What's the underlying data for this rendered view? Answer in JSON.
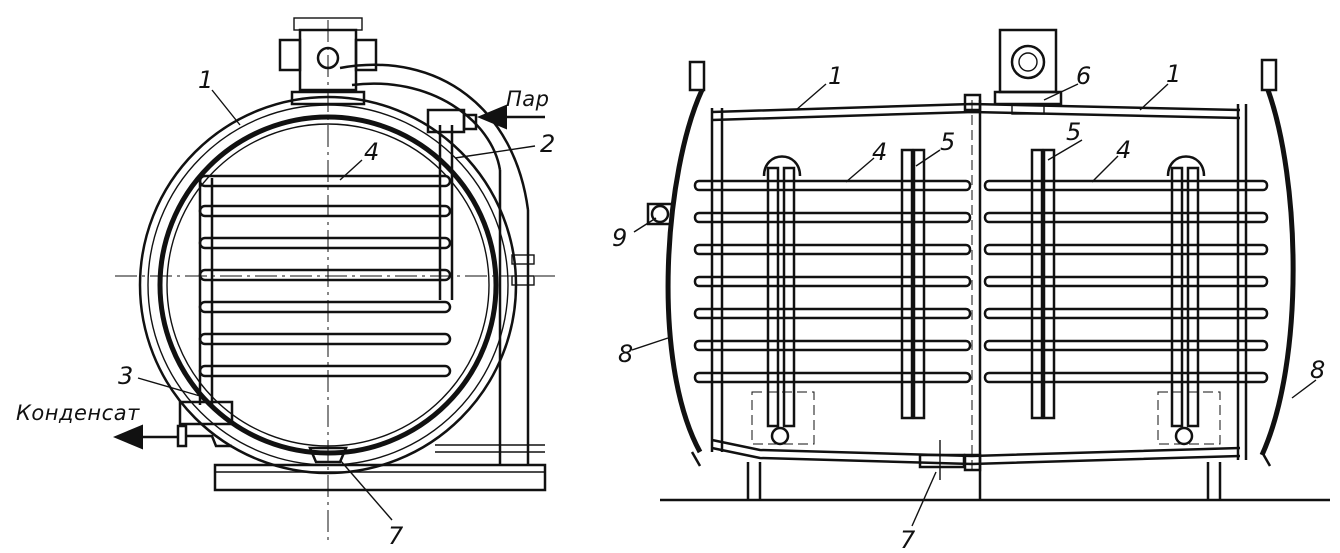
{
  "left_view": {
    "steam_label": "Пар",
    "condensate_label": "Конденсат",
    "callouts": [
      "1",
      "4",
      "2",
      "3",
      "7"
    ]
  },
  "right_view": {
    "callouts": [
      "1",
      "6",
      "1",
      "4",
      "5",
      "5",
      "4",
      "9",
      "8",
      "8",
      "7"
    ]
  },
  "colors": {
    "ink": "#111111",
    "paper": "#ffffff"
  },
  "icons": [
    "steam-arrow-icon",
    "condensate-arrow-icon"
  ]
}
